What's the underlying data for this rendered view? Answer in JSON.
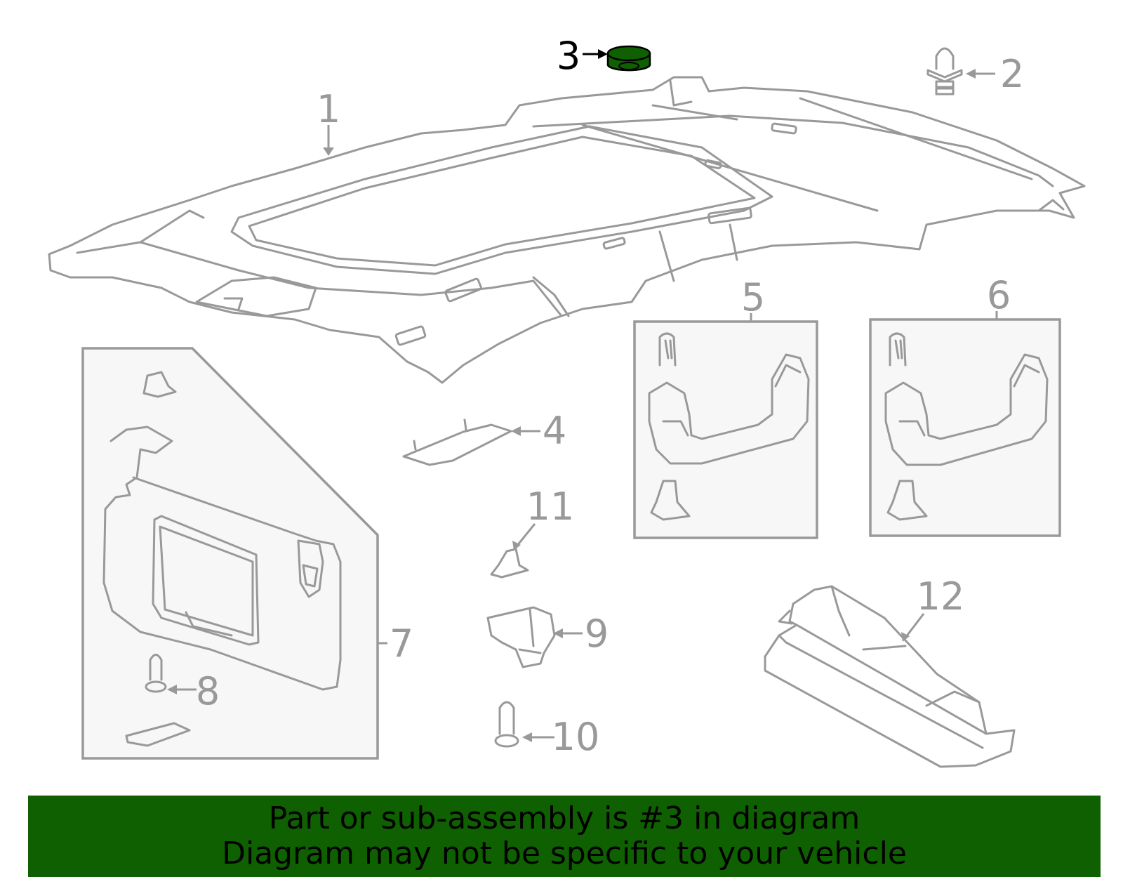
{
  "callouts": {
    "c1": "1",
    "c2": "2",
    "c3": "3",
    "c4": "4",
    "c5": "5",
    "c6": "6",
    "c7": "7",
    "c8": "8",
    "c9": "9",
    "c10": "10",
    "c11": "11",
    "c12": "12"
  },
  "highlight": {
    "part": "3",
    "color": "#0f6000"
  },
  "banner": {
    "line1": "Part or sub-assembly is #3 in diagram",
    "line2": "Diagram may not be specific to your vehicle",
    "background": "#0f6000"
  }
}
